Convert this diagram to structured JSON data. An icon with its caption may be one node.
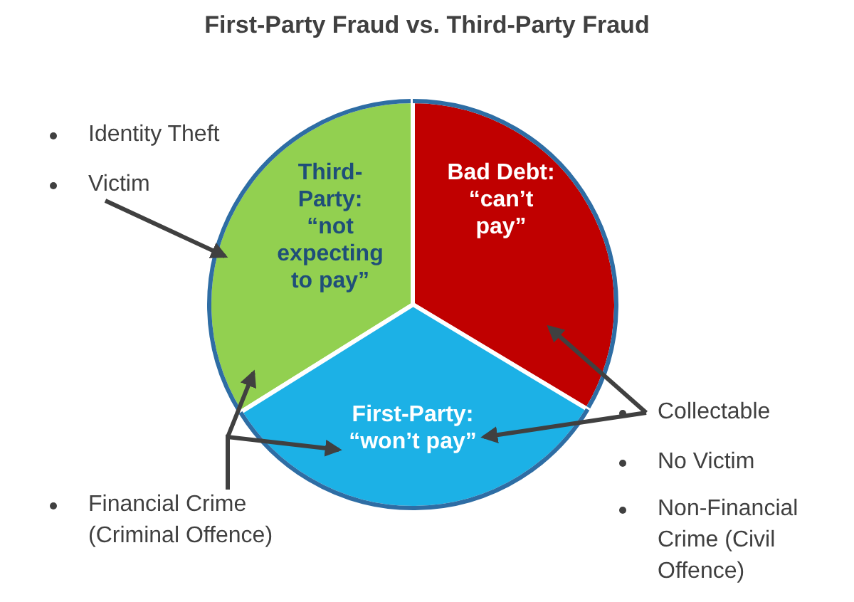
{
  "diagram": {
    "title": "First-Party Fraud vs. Third-Party Fraud",
    "nodes": [
      {
        "text": [
          "Third-Party: “not expecting to pay”"
        ]
      },
      {
        "text": [
          "Bad Debt: “can’t pay”"
        ]
      },
      {
        "text": [
          "First-Party: “won’t pay”"
        ]
      },
      {
        "text": [
          "Victim"
        ]
      },
      {
        "text": [
          "Financial Crime (Criminal Offence)"
        ]
      },
      {
        "text": [
          "Collectable"
        ]
      }
    ],
    "edges": [
      {
        "from": 3,
        "to": 0,
        "arrow": "to"
      },
      {
        "from": 4,
        "to": 0,
        "arrow": "to"
      },
      {
        "from": 4,
        "to": 2,
        "arrow": "to"
      },
      {
        "from": 5,
        "to": 1,
        "arrow": "to"
      },
      {
        "from": 5,
        "to": 2,
        "arrow": "to"
      }
    ],
    "labels": [
      "Identity Theft",
      "No Victim",
      "Non-Financial Crime (Civil Offence)"
    ]
  }
}
